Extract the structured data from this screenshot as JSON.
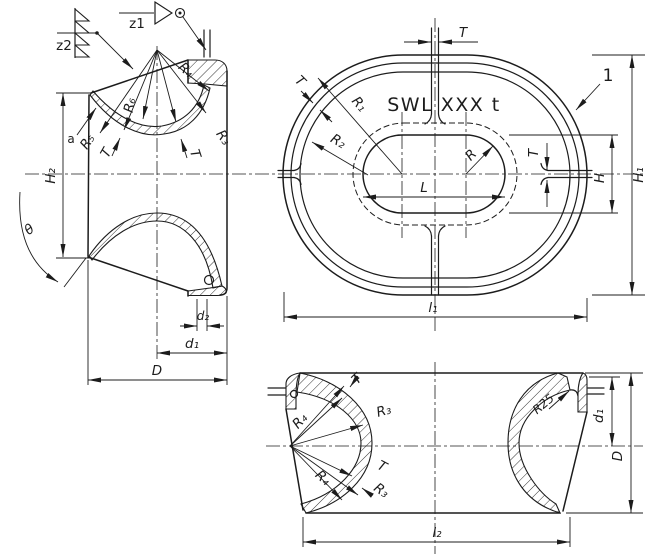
{
  "drawing": {
    "marking": {
      "swl": "SWL XXX t"
    },
    "callouts": {
      "item_1": "1",
      "weld_z1": "z1",
      "weld_z2": "z2",
      "surface_a": "a"
    },
    "dimensions": {
      "T": "T",
      "L": "L",
      "R": "R",
      "H": "H",
      "D": "D",
      "H1": "H₁",
      "H2": "H₂",
      "d1": "d₁",
      "d2": "d₂",
      "l1": "l₁",
      "l2": "l₂",
      "R1": "R₁",
      "R2": "R₂",
      "R3": "R₃",
      "R4": "R₄",
      "R5": "R₅",
      "R6": "R₆",
      "R25": "R25",
      "theta": "θ"
    },
    "colors": {
      "ink": "#1c1c1c",
      "background": "#ffffff"
    }
  }
}
